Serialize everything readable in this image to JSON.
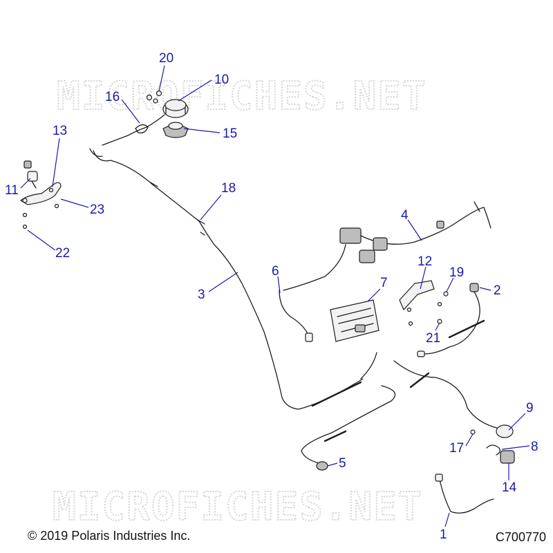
{
  "watermark": "MICROFICHES.NET",
  "footer": {
    "copyright": "© 2019 Polaris Industries Inc.",
    "diagram_code": "C700770"
  },
  "callouts": [
    "20",
    "10",
    "16",
    "15",
    "13",
    "11",
    "23",
    "22",
    "18",
    "3",
    "4",
    "6",
    "7",
    "12",
    "19",
    "2",
    "21",
    "9",
    "17",
    "8",
    "14",
    "5",
    "1"
  ]
}
